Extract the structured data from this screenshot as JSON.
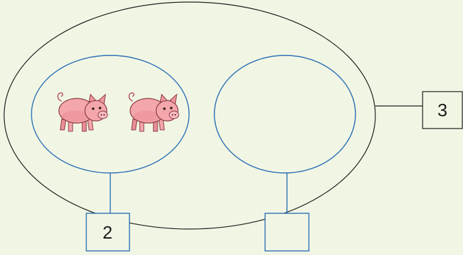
{
  "diagram": {
    "whole_box_value": "3",
    "left_part_box_value": "2",
    "right_part_box_value": "",
    "left_part_items": [
      "pig",
      "pig"
    ],
    "colors": {
      "background": "#f1f6e4",
      "outer_outline": "#1a1a1a",
      "part_outline": "#2a6fb5",
      "pig_body": "#f4a6ad",
      "pig_shadow": "#d9777f"
    }
  }
}
